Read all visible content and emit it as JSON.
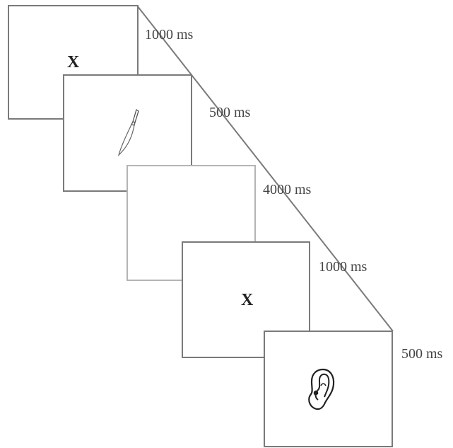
{
  "frames": [
    {
      "id": "fixation-1",
      "duration": "1000 ms",
      "content": "X"
    },
    {
      "id": "prime",
      "duration": "500 ms",
      "content": "knife-icon"
    },
    {
      "id": "blank",
      "duration": "4000 ms",
      "content": ""
    },
    {
      "id": "fixation-2",
      "duration": "1000 ms",
      "content": "X"
    },
    {
      "id": "target",
      "duration": "500 ms",
      "content": "ear-icon"
    }
  ],
  "colors": {
    "frame_border": "#7a7a7a",
    "blank_border": "#b4b4b4",
    "text": "#444444"
  }
}
